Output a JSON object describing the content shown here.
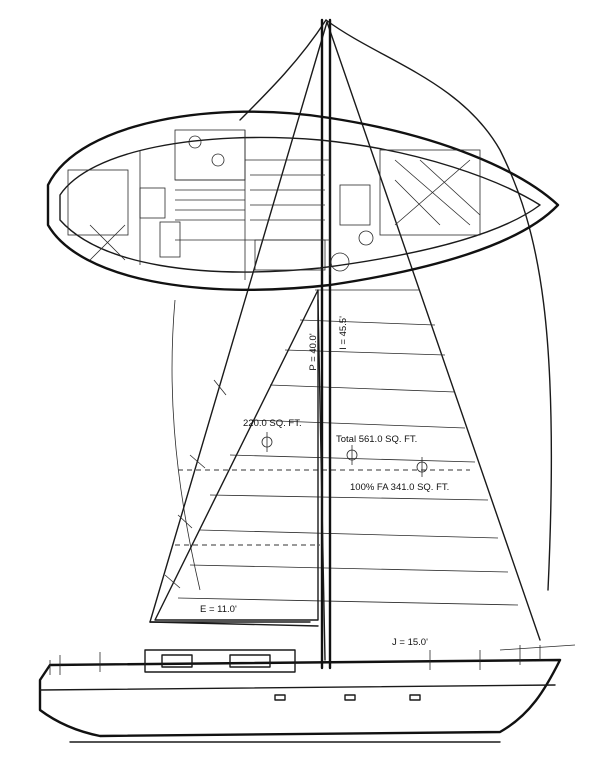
{
  "labels": {
    "i": "I = 45.5'",
    "p": "P = 40.0'",
    "main_area": "220.0 SQ. FT.",
    "total": "Total 561.0 SQ. FT.",
    "fa": "100% FA 341.0 SQ. FT.",
    "e": "E = 11.0'",
    "j": "J = 15.0'"
  }
}
